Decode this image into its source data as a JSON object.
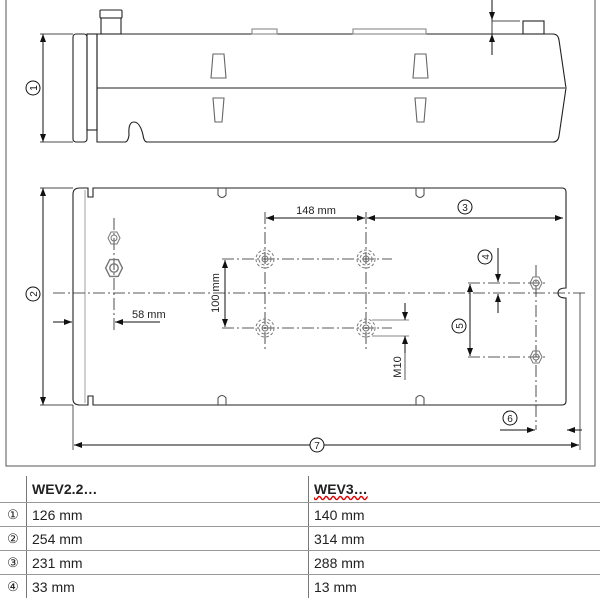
{
  "drawing": {
    "labels": {
      "d148": "148 mm",
      "d100": "100 mm",
      "d58": "58 mm",
      "m10": "M10"
    },
    "callouts": [
      "1",
      "2",
      "3",
      "4",
      "5",
      "6",
      "7"
    ]
  },
  "table": {
    "headers": [
      "WEV2.2…",
      "WEV3…"
    ],
    "rows": [
      {
        "num": "①",
        "a": "126 mm",
        "b": "140 mm"
      },
      {
        "num": "②",
        "a": "254 mm",
        "b": "314 mm"
      },
      {
        "num": "③",
        "a": "231 mm",
        "b": "288 mm"
      },
      {
        "num": "④",
        "a": "33 mm",
        "b": "13 mm"
      }
    ]
  }
}
